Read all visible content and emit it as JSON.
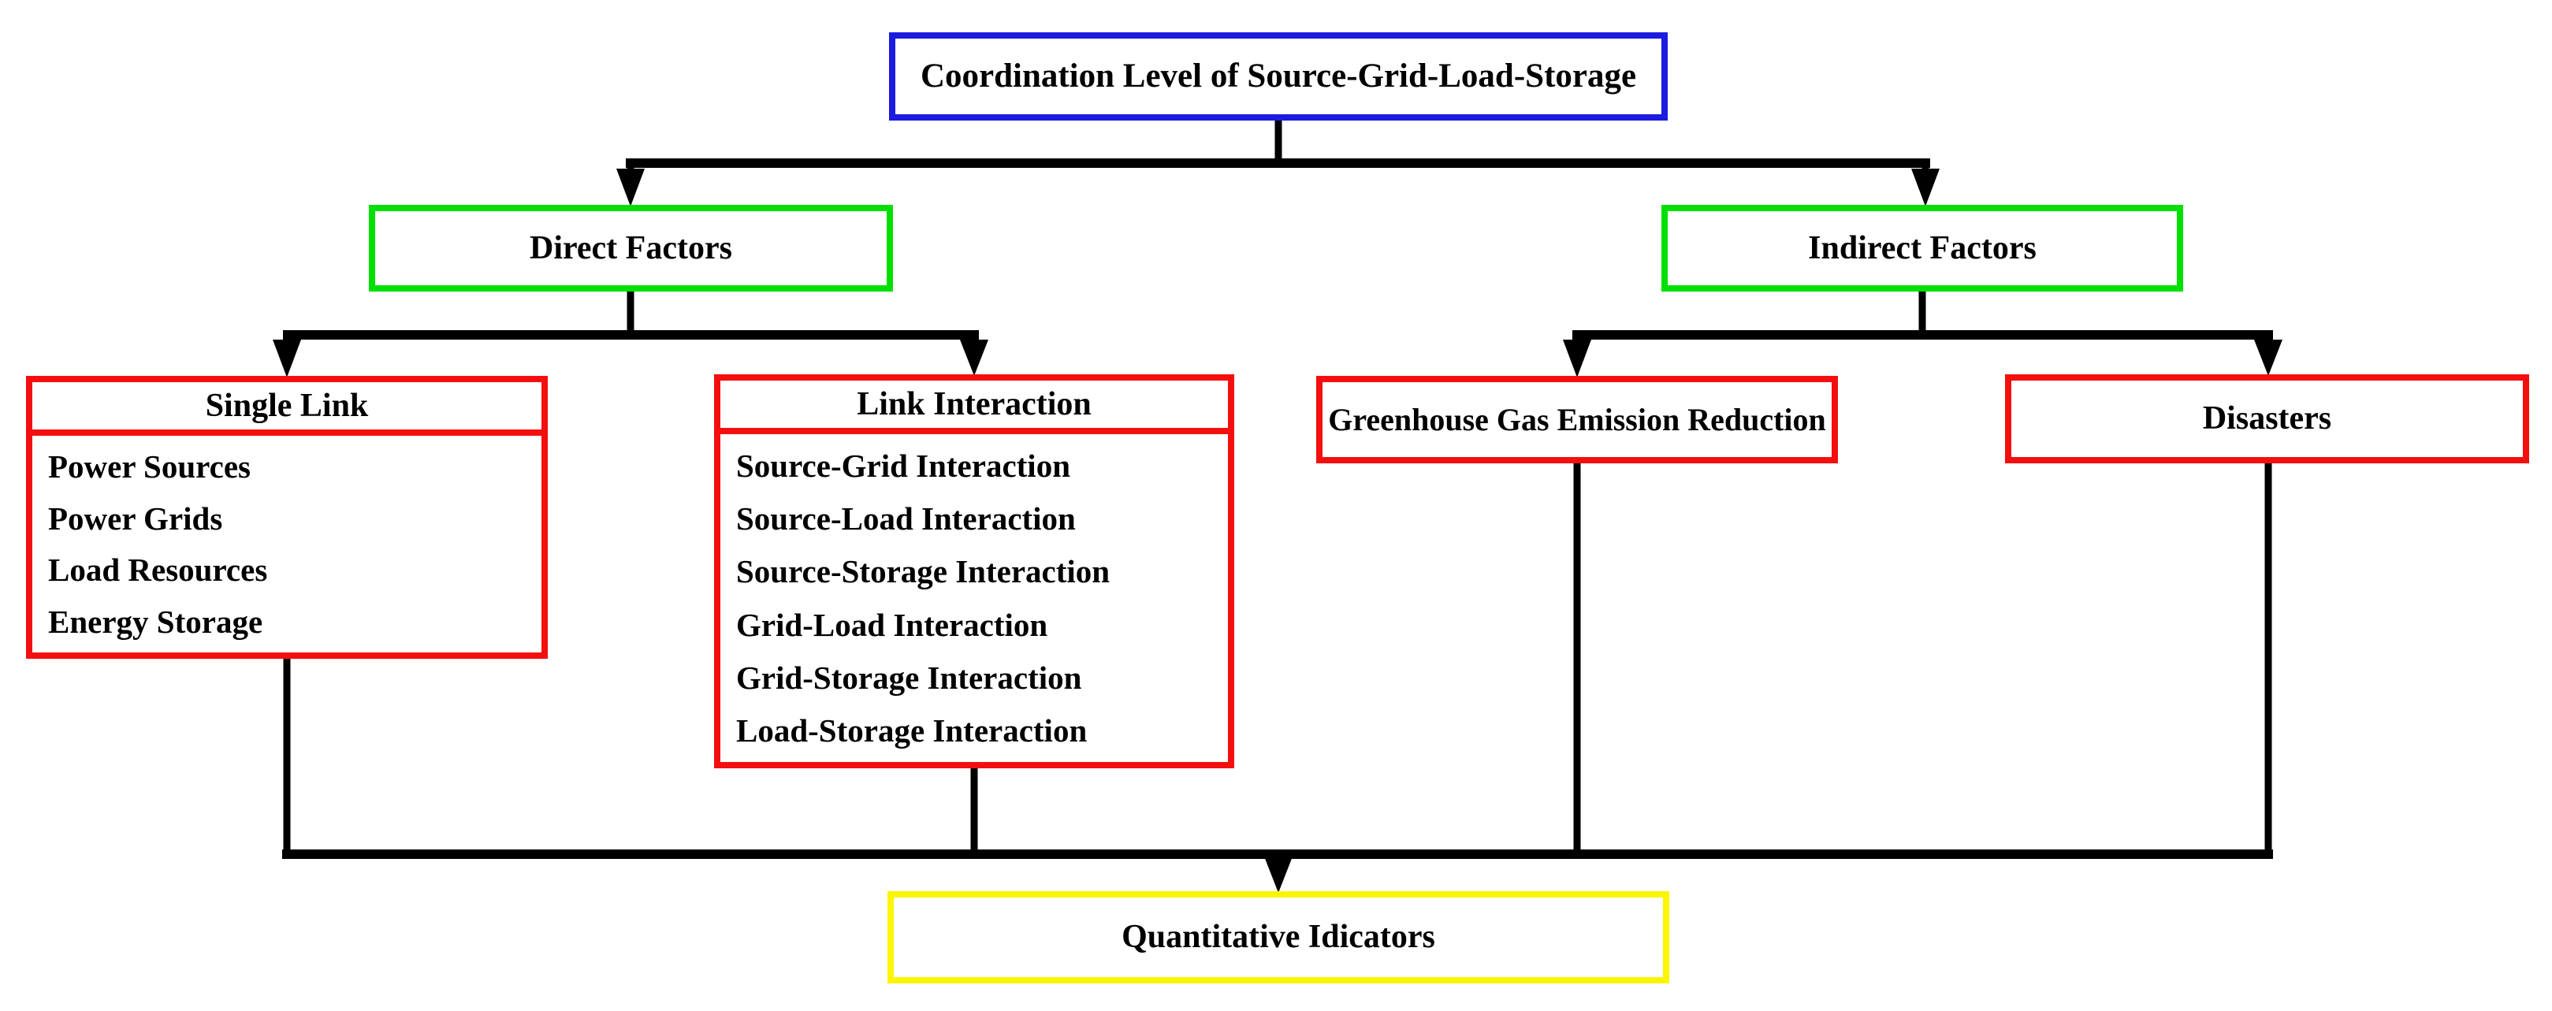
{
  "nodes": {
    "root": {
      "label": "Coordination Level of Source-Grid-Load-Storage"
    },
    "direct_factors": {
      "label": "Direct Factors"
    },
    "indirect_factors": {
      "label": "Indirect Factors"
    },
    "single_link": {
      "title": "Single Link",
      "items": [
        "Power Sources",
        "Power Grids",
        "Load Resources",
        "Energy Storage"
      ]
    },
    "link_interaction": {
      "title": "Link Interaction",
      "items": [
        "Source-Grid Interaction",
        "Source-Load Interaction",
        "Source-Storage Interaction",
        "Grid-Load Interaction",
        "Grid-Storage Interaction",
        "Load-Storage Interaction"
      ]
    },
    "greenhouse": {
      "label": "Greenhouse Gas Emission Reduction"
    },
    "disasters": {
      "label": "Disasters"
    },
    "output": {
      "label": "Quantitative Idicators"
    }
  },
  "edges": [
    {
      "from": "root",
      "to": "direct_factors",
      "arrow": true
    },
    {
      "from": "root",
      "to": "indirect_factors",
      "arrow": true
    },
    {
      "from": "direct_factors",
      "to": "single_link",
      "arrow": true
    },
    {
      "from": "direct_factors",
      "to": "link_interaction",
      "arrow": true
    },
    {
      "from": "indirect_factors",
      "to": "greenhouse",
      "arrow": true
    },
    {
      "from": "indirect_factors",
      "to": "disasters",
      "arrow": true
    },
    {
      "from": "single_link",
      "to": "output",
      "arrow": true
    },
    {
      "from": "link_interaction",
      "to": "output",
      "arrow": true
    },
    {
      "from": "greenhouse",
      "to": "output",
      "arrow": true
    },
    {
      "from": "disasters",
      "to": "output",
      "arrow": true
    }
  ],
  "colors": {
    "root_border": "#1c1ce0",
    "factor_border": "#00e000",
    "category_border": "#f40f0f",
    "output_border": "#fcf500",
    "connector": "#000000",
    "text": "#000000",
    "background": "#ffffff"
  }
}
